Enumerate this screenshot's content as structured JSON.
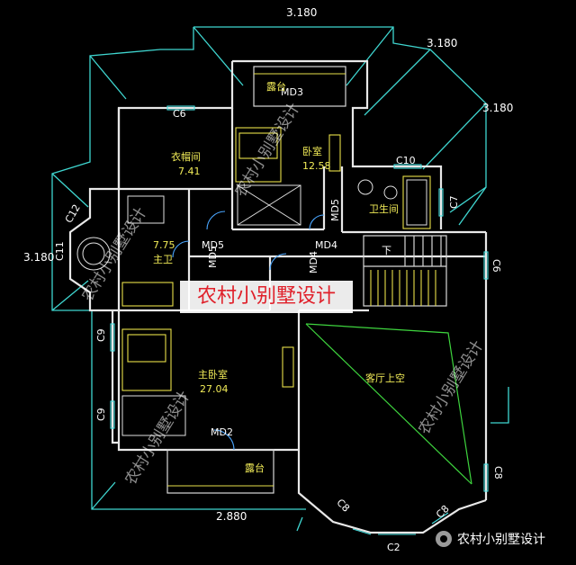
{
  "dimensions": {
    "top": "3.180",
    "top_right": "3.180",
    "right": "3.180",
    "left": "3.180",
    "bottom": "2.880"
  },
  "rooms": {
    "balcony_top": "露台",
    "bedroom_name": "卧室",
    "bedroom_area": "12.58",
    "closet_name": "衣帽间",
    "closet_area": "7.41",
    "bath_name": "卫生间",
    "master_bath_area": "7.75",
    "master_bath_name": "主卫",
    "stair_down": "下",
    "master_bed_name": "主卧室",
    "master_bed_area": "27.04",
    "living_void": "客厅上空",
    "balcony_bottom": "露台"
  },
  "tags": {
    "md3": "MD3",
    "md5a": "MD5",
    "md5b": "MD5",
    "md5c": "MD5",
    "md4a": "MD4",
    "md4b": "MD4",
    "md2": "MD2",
    "c6a": "C6",
    "c6b": "C6",
    "c10": "C10",
    "c7": "C7",
    "c12": "C12",
    "c11": "C11",
    "c9a": "C9",
    "c9b": "C9",
    "c8a": "C8",
    "c8b": "C8",
    "c8c": "C8",
    "c2": "C2"
  },
  "banner": "农村小别墅设计",
  "watermarks": {
    "a": "农村小别墅设计",
    "b": "农村小别墅设计",
    "c": "农村小别墅设计",
    "d": "农村小别墅设计"
  },
  "brand": "农村小别墅设计"
}
